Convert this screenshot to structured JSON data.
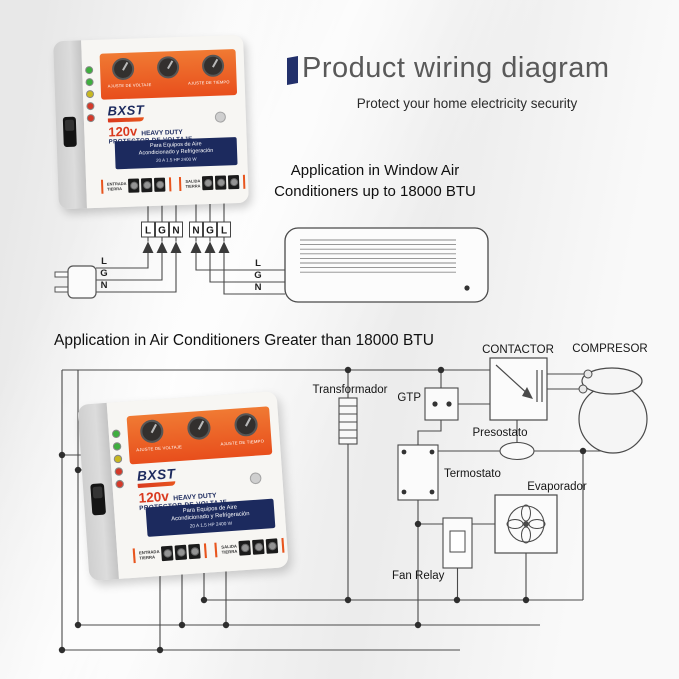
{
  "colors": {
    "accent_orange": "#e8551e",
    "brand_navy": "#1c2a5e",
    "brand_red": "#d93a1f",
    "wire": "#4a4a4a"
  },
  "header": {
    "title": "Product wiring diagram",
    "subtitle": "Protect your home electricity security"
  },
  "section_window": {
    "heading_line1": "Application in Window Air",
    "heading_line2": "Conditioners up to 18000 BTU",
    "terminal_letters": [
      "L",
      "G",
      "N",
      "N",
      "G",
      "L"
    ],
    "source_labels": [
      "L",
      "G",
      "N"
    ],
    "ac_labels": [
      "L",
      "G",
      "N"
    ]
  },
  "section_large": {
    "heading": "Application in Air Conditioners Greater than 18000 BTU",
    "components": {
      "transformador": "Transformador",
      "gtp": "GTP",
      "contactor": "CONTACTOR",
      "compresor": "COMPRESOR",
      "presostato": "Presostato",
      "termostato": "Termostato",
      "evaporador": "Evaporador",
      "fan_relay": "Fan Relay"
    }
  },
  "device": {
    "brand": "BXST",
    "voltage": "120v",
    "heavy_duty": "HEAVY DUTY",
    "protector_line": "PROTECTOR DE VOLTAJE",
    "adjust_voltage": "AJUSTE DE VOLTAJE",
    "adjust_time": "AJUSTE DE TIEMPO",
    "band_line1": "Para Equipos de Aire",
    "band_line2": "Acondicionado y Refrigeración",
    "band_line3": "20 A 1.5 HP 2400 W",
    "entrada": "ENTRADA",
    "salida": "SALIDA",
    "tierra": "TIERRA"
  }
}
